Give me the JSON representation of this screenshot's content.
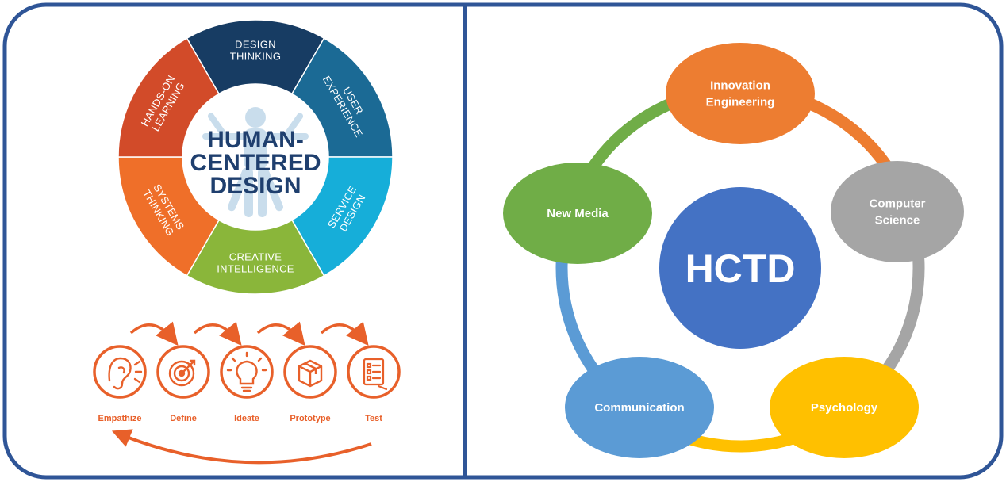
{
  "wheel": {
    "center_lines": [
      "HUMAN-",
      "CENTERED",
      "DESIGN"
    ],
    "segments": [
      {
        "lines": [
          "DESIGN",
          "THINKING"
        ],
        "color": "#173c63"
      },
      {
        "lines": [
          "USER",
          "EXPERIENCE"
        ],
        "color": "#1b6a95"
      },
      {
        "lines": [
          "SERVICE",
          "DESIGN"
        ],
        "color": "#16aed9"
      },
      {
        "lines": [
          "CREATIVE",
          "INTELLIGENCE"
        ],
        "color": "#8ab63a"
      },
      {
        "lines": [
          "SYSTEMS",
          "THINKING"
        ],
        "color": "#ef6f29"
      },
      {
        "lines": [
          "HANDS-ON",
          "LEARNING"
        ],
        "color": "#d24b29"
      }
    ]
  },
  "process": {
    "color": "#e8602a",
    "steps": [
      {
        "label": "Empathize",
        "icon": "ear-icon"
      },
      {
        "label": "Define",
        "icon": "target-icon"
      },
      {
        "label": "Ideate",
        "icon": "lightbulb-icon"
      },
      {
        "label": "Prototype",
        "icon": "box-icon"
      },
      {
        "label": "Test",
        "icon": "checklist-icon"
      }
    ]
  },
  "hctd": {
    "hub": {
      "label": "HCTD",
      "color": "#4472c4"
    },
    "nodes": [
      {
        "lines": [
          "Innovation",
          "Engineering"
        ],
        "color": "#ed7d31"
      },
      {
        "lines": [
          "Computer",
          "Science"
        ],
        "color": "#a5a5a5"
      },
      {
        "lines": [
          "Psychology"
        ],
        "color": "#ffc000"
      },
      {
        "lines": [
          "Communication"
        ],
        "color": "#5b9bd5"
      },
      {
        "lines": [
          "New Media"
        ],
        "color": "#70ad47"
      }
    ]
  },
  "frame_color": "#2f5597"
}
